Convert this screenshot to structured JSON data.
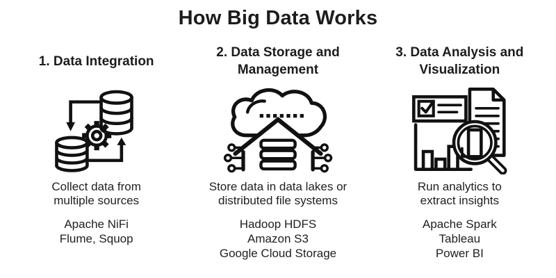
{
  "title": "How Big Data Works",
  "columns": [
    {
      "heading": "1. Data Integration",
      "icon": "data-integration-icon",
      "description": "Collect data from\nmultiple sources",
      "tools": [
        "Apache NiFi",
        "Flume, Squop"
      ]
    },
    {
      "heading": "2. Data Storage and\nManagement",
      "icon": "data-storage-icon",
      "description": "Store data in data lakes or\ndistributed file systems",
      "tools": [
        "Hadoop HDFS",
        "Amazon S3",
        "Google Cloud Storage"
      ]
    },
    {
      "heading": "3. Data Analysis and\nVisualization",
      "icon": "data-analysis-icon",
      "description": "Run analytics to\nextract insights",
      "tools": [
        "Apache Spark",
        "Tableau",
        "Power BI"
      ]
    }
  ],
  "colors": {
    "background": "#ffffff",
    "text": "#1f1f1f",
    "icon_stroke": "#111111"
  }
}
